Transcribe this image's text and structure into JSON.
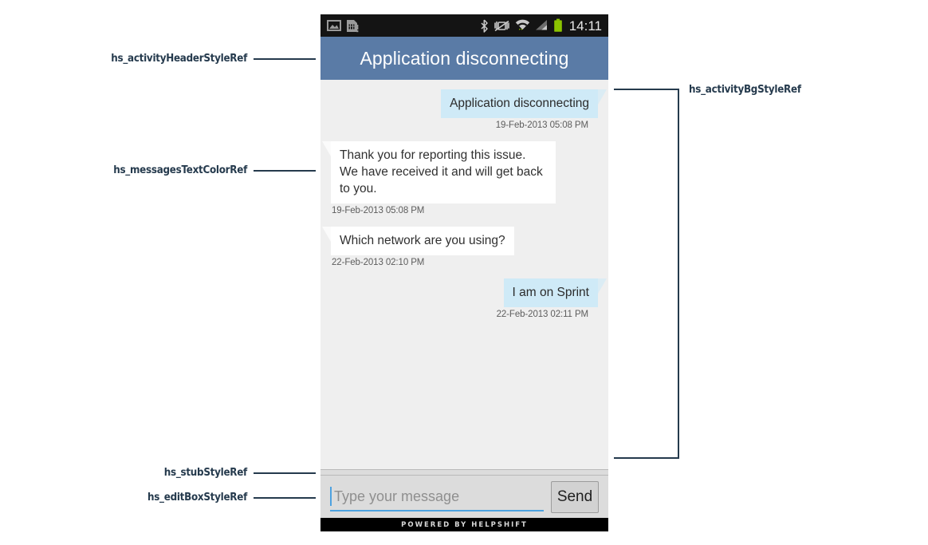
{
  "annotations": [
    {
      "id": "header",
      "label": "hs_activityHeaderStyleRef"
    },
    {
      "id": "messages",
      "label": "hs_messagesTextColorRef"
    },
    {
      "id": "stub",
      "label": "hs_stubStyleRef"
    },
    {
      "id": "editbox",
      "label": "hs_editBoxStyleRef"
    },
    {
      "id": "bg",
      "label": "hs_activityBgStyleRef"
    }
  ],
  "statusbar": {
    "time": "14:11",
    "left_icons": [
      "image-icon",
      "sim-card-alert-icon"
    ],
    "right_icons": [
      "bluetooth-icon",
      "vibrate-mute-icon",
      "wifi-icon",
      "cellular-signal-icon",
      "battery-icon"
    ]
  },
  "header": {
    "title": "Application disconnecting"
  },
  "conversation": {
    "messages": [
      {
        "direction": "out",
        "text": "Application disconnecting",
        "timestamp": "19-Feb-2013 05:08 PM"
      },
      {
        "direction": "in",
        "text": "Thank you for reporting this issue. We have received it and will get back to you.",
        "timestamp": "19-Feb-2013 05:08 PM"
      },
      {
        "direction": "in",
        "text": "Which network are you using?",
        "timestamp": "22-Feb-2013 02:10 PM"
      },
      {
        "direction": "out",
        "text": "I am on Sprint",
        "timestamp": "22-Feb-2013 02:11 PM"
      }
    ]
  },
  "compose": {
    "input_value": "",
    "placeholder": "Type your message",
    "send_label": "Send"
  },
  "footer": {
    "powered_by": "POWERED BY HELPSHIFT"
  },
  "colors": {
    "header_bg": "#5a7ba6",
    "activity_bg": "#efefef",
    "outgoing_bubble": "#cfeaf7",
    "incoming_bubble": "#ffffff",
    "annotation": "#253a4d",
    "caret": "#4da2e0",
    "stub_bg": "#dcdcdc"
  }
}
